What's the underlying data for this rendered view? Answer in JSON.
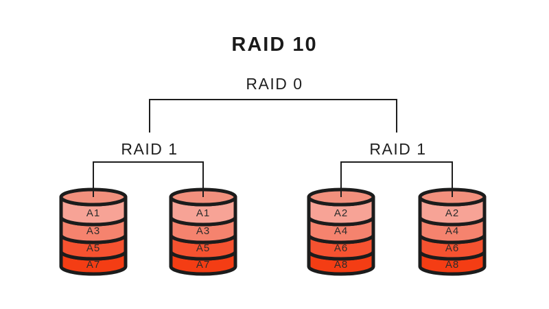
{
  "title": "RAID 10",
  "root": {
    "label": "RAID 0"
  },
  "groups": [
    {
      "label": "RAID 1"
    },
    {
      "label": "RAID 1"
    }
  ],
  "disks": [
    {
      "blocks": [
        "A1",
        "A3",
        "A5",
        "A7"
      ]
    },
    {
      "blocks": [
        "A1",
        "A3",
        "A5",
        "A7"
      ]
    },
    {
      "blocks": [
        "A2",
        "A4",
        "A6",
        "A8"
      ]
    },
    {
      "blocks": [
        "A2",
        "A4",
        "A6",
        "A8"
      ]
    }
  ],
  "colors": {
    "background": "#ffffff",
    "line": "#1d1d1d",
    "text": "#1f1f1f",
    "disk_outline": "#1c1c1c",
    "disk_top_face": "#f2907d",
    "band_colors": [
      "#f7a396",
      "#f5836e",
      "#f55230",
      "#f43d14"
    ],
    "block_text": "#2b2b2b"
  }
}
